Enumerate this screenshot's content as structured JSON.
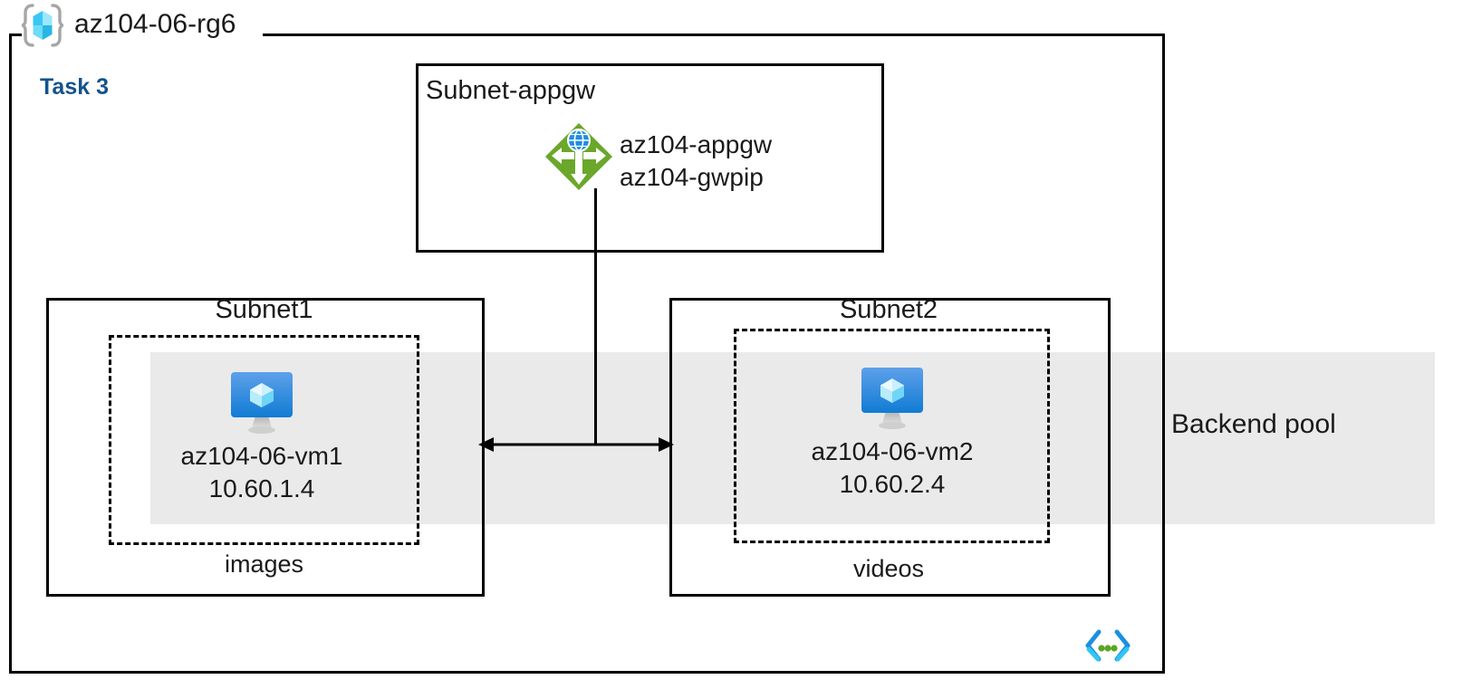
{
  "diagram": {
    "title": "az104-06-rg6",
    "task_label": "Task 3",
    "resource_group_icon": "resource-group-icon",
    "accent_color": "#14538b",
    "band_color": "#eaeaea",
    "appgw_icon_color": "#6aa72a",
    "vm_icon_color": "#1f8de0"
  },
  "backend_pool": {
    "label": "Backend pool"
  },
  "subnet_appgw": {
    "title": "Subnet-appgw",
    "icon": "application-gateway-icon",
    "resources": [
      "az104-appgw",
      "az104-gwpip"
    ]
  },
  "subnet1": {
    "title": "Subnet1",
    "footer": "images",
    "vm": {
      "icon": "virtual-machine-icon",
      "name": "az104-06-vm1",
      "ip": "10.60.1.4"
    }
  },
  "subnet2": {
    "title": "Subnet2",
    "footer": "videos",
    "vm": {
      "icon": "virtual-machine-icon",
      "name": "az104-06-vm2",
      "ip": "10.60.2.4"
    }
  },
  "connectors": {
    "gateway_to_pool": "vertical-connector",
    "pool_arrow": "bidirectional-arrow"
  },
  "footer_glyph": {
    "icon": "subnet-icon"
  }
}
